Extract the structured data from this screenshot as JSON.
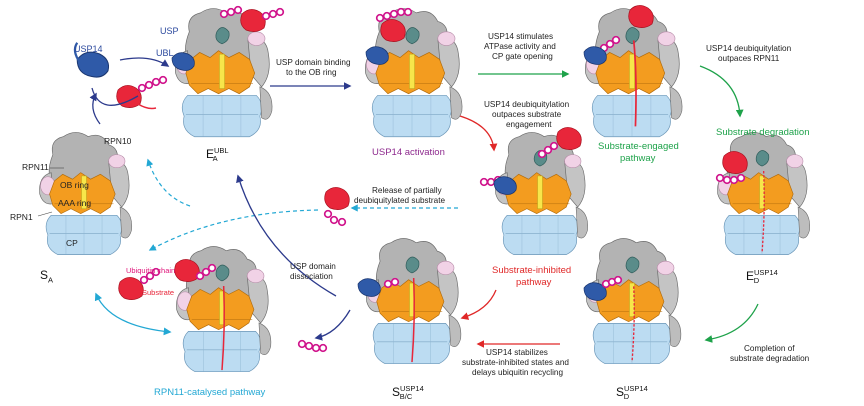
{
  "labels": {
    "usp14_free": "USP14",
    "usp": "USP",
    "ubl": "UBL",
    "rpn10": "RPN10",
    "rpn11": "RPN11",
    "ob_ring": "OB ring",
    "aaa_ring": "AAA ring",
    "rpn1": "RPN1",
    "cp": "CP",
    "ubiquitin_chain": "Ubiquitin chain",
    "substrate": "Substrate"
  },
  "states": {
    "sa_main": "S",
    "sa_sub": "A",
    "ea_main": "E",
    "ea_sub": "A",
    "ea_sup": "UBL",
    "ed_main": "E",
    "ed_sub": "D",
    "ed_sup": "USP14",
    "sbc_main": "S",
    "sbc_sub": "B/C",
    "sbc_sup": "USP14",
    "sd_main": "S",
    "sd_sub": "D",
    "sd_sup": "USP14"
  },
  "pathways": {
    "usp14_activation": "USP14 activation",
    "substrate_engaged_1": "Substrate-engaged",
    "substrate_engaged_2": "pathway",
    "substrate_degradation": "Substrate degradation",
    "substrate_inhibited_1": "Substrate-inhibited",
    "substrate_inhibited_2": "pathway",
    "rpn11_catalysed": "RPN11-catalysed pathway"
  },
  "annotations": {
    "usp_binding_1": "USP domain binding",
    "usp_binding_2": "to the OB ring",
    "stimulates_1": "USP14 stimulates",
    "stimulates_2": "ATPase activity and",
    "stimulates_3": "CP gate opening",
    "deub_outpaces_rpn11_1": "USP14 deubiquitylation",
    "deub_outpaces_rpn11_2": "outpaces RPN11",
    "deub_outpaces_eng_1": "USP14 deubiquitylation",
    "deub_outpaces_eng_2": "outpaces substrate",
    "deub_outpaces_eng_3": "engagement",
    "release_1": "Release of partially",
    "release_2": "deubiquitylated substrate",
    "dissociation_1": "USP domain",
    "dissociation_2": "dissociation",
    "stabilizes_1": "USP14 stabilizes",
    "stabilizes_2": "substrate-inhibited states and",
    "stabilizes_3": "delays ubiquitin recycling",
    "completion_1": "Completion of",
    "completion_2": "substrate degradation"
  },
  "colors": {
    "orange": "#f39c1f",
    "light_blue": "#bcdcf2",
    "gray": "#b3b3b3",
    "light_pink": "#f1d2e6",
    "usp14_blue": "#2f5aa8",
    "teal": "#5a8c8a",
    "substrate_red": "#e8263a",
    "ubiquitin": "#d0148c",
    "yellow": "#f7e64a",
    "arrow_navy": "#2c3a8c",
    "arrow_green": "#1ea24a",
    "arrow_red": "#e02828",
    "arrow_cyan": "#23a8d4"
  }
}
